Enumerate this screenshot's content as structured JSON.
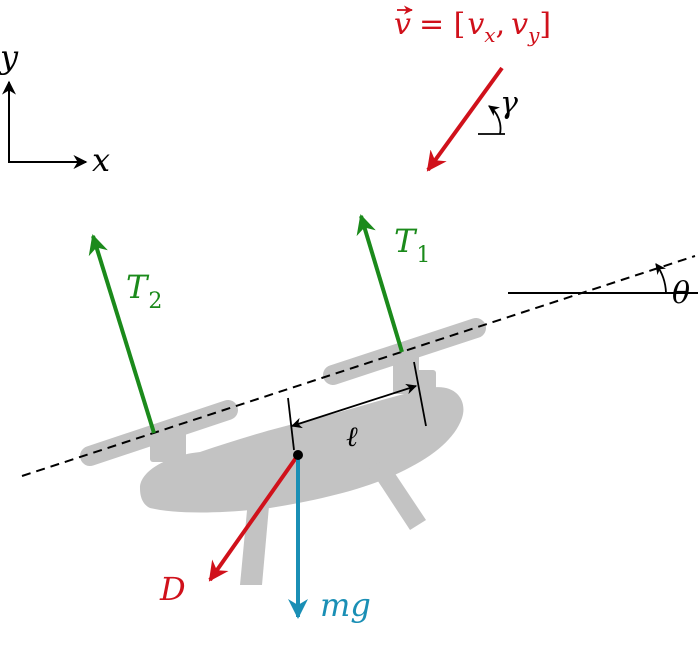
{
  "axes": {
    "y_label": "y",
    "x_label": "x"
  },
  "velocity": {
    "label_vec": "v",
    "label_eq": "= [",
    "label_vx": "v",
    "label_vx_sub": "x",
    "label_comma": ",",
    "label_vy": "v",
    "label_vy_sub": "y",
    "label_close": "]",
    "angle_label": "γ"
  },
  "forces": {
    "t1_label": "T",
    "t1_sub": "1",
    "t2_label": "T",
    "t2_sub": "2",
    "drag_label": "D",
    "weight_label": "mg"
  },
  "geometry_labels": {
    "pitch_angle": "θ",
    "arm_length": "ℓ"
  },
  "colors": {
    "thrust": "#1b8a1b",
    "velocity": "#d0111b",
    "weight": "#1a8fb5",
    "drone_body": "#c3c3c3",
    "ink": "#000000"
  }
}
